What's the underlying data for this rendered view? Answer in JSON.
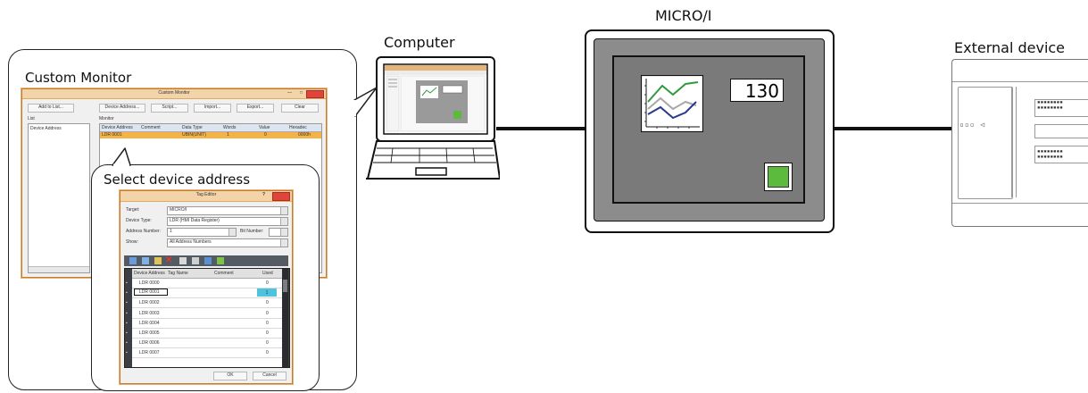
{
  "labels": {
    "computer": "Computer",
    "micro": "MICRO/I",
    "external": "External device",
    "custom_monitor": "Custom Monitor",
    "select_device": "Select device address"
  },
  "hmi": {
    "value": "130"
  },
  "custom_monitor_window": {
    "title": "Custom Monitor",
    "buttons": [
      "Add to List...",
      "Device Address...",
      "Script...",
      "Import...",
      "Export...",
      "Clear"
    ],
    "list_label": "List",
    "monitor_label": "Monitor",
    "list_header": "Device Address",
    "columns": [
      "Device Address",
      "Comment",
      "Data Type",
      "Words",
      "Value",
      "Hexadec"
    ],
    "selected_row": [
      "LDR 0001",
      "",
      "UBIN(UNIT)",
      "1",
      "0",
      "0000h"
    ]
  },
  "tag_editor": {
    "title": "Tag Editor",
    "fields": [
      {
        "label": "Target:",
        "value": "MICRO/I"
      },
      {
        "label": "Device Type:",
        "value": "LDR (HMI Data Register)"
      },
      {
        "label": "Address Number:",
        "value": "1"
      },
      {
        "label": "Show:",
        "value": "All Address Numbers"
      }
    ],
    "bit_number_label": "Bit Number:",
    "columns": [
      "Device Address",
      "Tag Name",
      "Comment",
      "Used"
    ],
    "rows": [
      {
        "address": "LDR 0000",
        "used": "0"
      },
      {
        "address": "LDR 0001",
        "used": "1"
      },
      {
        "address": "LDR 0002",
        "used": "0"
      },
      {
        "address": "LDR 0003",
        "used": "0"
      },
      {
        "address": "LDR 0004",
        "used": "0"
      },
      {
        "address": "LDR 0005",
        "used": "0"
      },
      {
        "address": "LDR 0006",
        "used": "0"
      },
      {
        "address": "LDR 0007",
        "used": "0"
      }
    ],
    "ok": "OK",
    "cancel": "Cancel"
  },
  "colors": {
    "hmi_body": "#8c8c8c",
    "hmi_screen": "#7a7a7a",
    "green_button": "#5cba3c",
    "window_accent": "#e0453b",
    "selected_row": "#f5b345",
    "cyan_cell": "#4fc3de",
    "line_green": "#2f9a3c",
    "line_gray": "#a8a8a8",
    "line_navy": "#283a8c"
  }
}
